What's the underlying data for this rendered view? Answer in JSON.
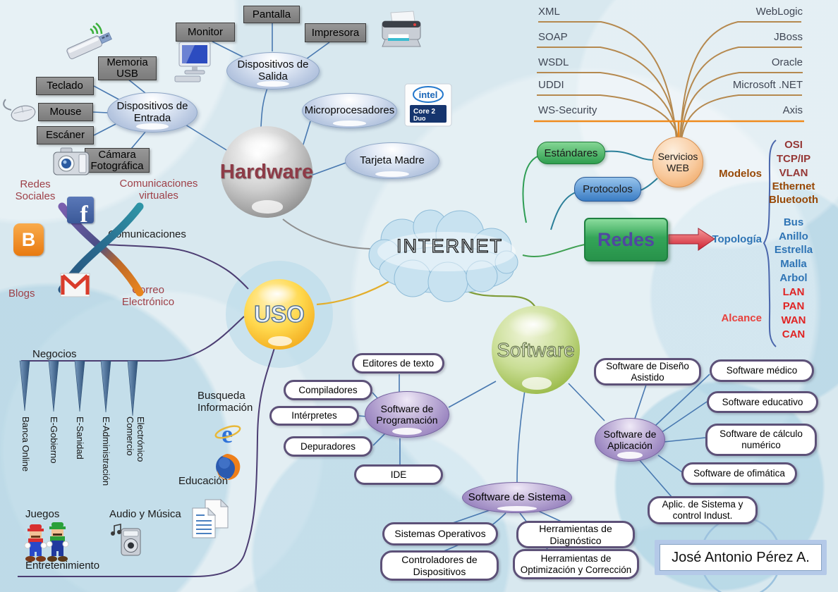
{
  "internet": {
    "label": "INTERNET"
  },
  "hardware": {
    "label": "Hardware",
    "entrada": {
      "label": "Dispositivos de Entrada",
      "items": [
        "Teclado",
        "Mouse",
        "Escáner",
        "Cámara Fotográfica",
        "Memoria USB"
      ]
    },
    "salida": {
      "label": "Dispositivos de Salida",
      "items": [
        "Pantalla",
        "Monitor",
        "Impresora"
      ]
    },
    "micro": "Microprocesadores",
    "tarjeta": "Tarjeta Madre"
  },
  "servicios_web": {
    "label": "Servicios WEB",
    "estandares": "Estándares",
    "protocolos": "Protocolos",
    "left_items": [
      "XML",
      "SOAP",
      "WSDL",
      "UDDI",
      "WS-Security"
    ],
    "right_items": [
      "WebLogic",
      "JBoss",
      "Oracle",
      "Microsoft .NET",
      "Axis"
    ]
  },
  "redes": {
    "label": "Redes",
    "modelos_label": "Modelos",
    "modelos_items": [
      "OSI",
      "TCP/IP",
      "VLAN",
      "Ethernet",
      "Bluetooth"
    ],
    "topologia_label": "Topología",
    "topologia_items": [
      "Bus",
      "Anillo",
      "Estrella",
      "Malla",
      "Arbol"
    ],
    "alcance_label": "Alcance",
    "alcance_items": [
      "LAN",
      "PAN",
      "WAN",
      "CAN"
    ]
  },
  "uso": {
    "label": "USO",
    "redes_sociales": "Redes Sociales",
    "comunicaciones_virtuales": "Comunicaciones virtuales",
    "comunicaciones": "Comunicaciones",
    "correo": "Correo Electrónico",
    "blogs": "Blogs",
    "negocios_label": "Negocios",
    "negocios_items": [
      "Banca Online",
      "E-Gobierno",
      "E-Sanidad",
      "E-Administración",
      "Comercio Electrónico"
    ],
    "busqueda": "Busqueda Información",
    "educacion": "Educación",
    "juegos": "Juegos",
    "audio": "Audio y Música",
    "entretenimiento": "Entretenimiento"
  },
  "software": {
    "label": "Software",
    "programacion": {
      "label": "Software de Programación",
      "items": [
        "Editores de texto",
        "Compiladores",
        "Intérpretes",
        "Depuradores",
        "IDE"
      ]
    },
    "aplicacion": {
      "label": "Software de Aplicación",
      "items": [
        "Software de Diseño Asistido",
        "Software médico",
        "Software educativo",
        "Software de cálculo numérico",
        "Software de ofimática",
        "Aplic. de Sistema y control Indust."
      ]
    },
    "sistema": {
      "label": "Software de Sistema",
      "items": [
        "Sistemas Operativos",
        "Controladores de Dispositivos",
        "Herramientas de Diagnóstico",
        "Herramientas de Optimización y Corrección"
      ]
    }
  },
  "signature": {
    "name": "José Antonio Pérez A."
  },
  "colors": {
    "accent_red_labels": "#9e4048",
    "modelos_brown": "#974806",
    "modelos_red": "#953735",
    "topologia_blue": "#2e74b5",
    "alcance_red": "#e02424",
    "redes_text": "#5048a0",
    "hardware_text": "#8e3b47",
    "orange_line": "#ef8b1e",
    "tan_line": "#b5894f",
    "purple_line": "#4c3d72",
    "blue_line": "#4878b0"
  },
  "icons": {
    "usb": "usb-drive-icon",
    "wifi": "wireless-signal-icon",
    "mouse": "mouse-icon",
    "camera": "camera-icon",
    "desktop": "desktop-computer-icon",
    "printer": "printer-icon",
    "intel": "intel-core2duo-logo",
    "facebook": "facebook-icon",
    "blogger": "blogger-icon",
    "gmail": "gmail-icon",
    "ie": "internet-explorer-icon",
    "firefox": "firefox-icon",
    "docs": "documents-icon",
    "music": "music-player-icon",
    "mario": "mario-sprite",
    "luigi": "luigi-sprite",
    "xribbon": "crossed-ribbons-graphic"
  }
}
